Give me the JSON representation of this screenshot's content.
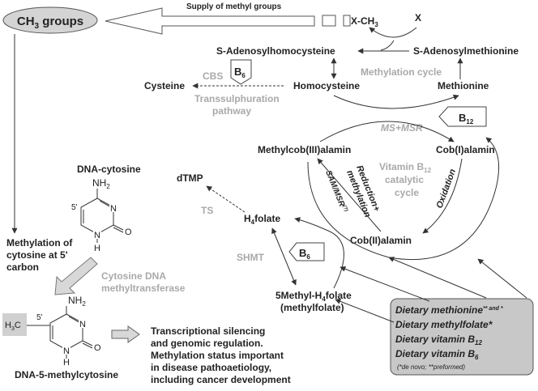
{
  "ch3": {
    "prefix": "CH",
    "sub": "3",
    "suffix": " groups"
  },
  "supply": {
    "label": "Supply of methyl groups",
    "xch3": "X-CH",
    "xch3_sub": "3",
    "x": "X"
  },
  "nodes": {
    "sah": "S-Adenosylhomocysteine",
    "sam": "S-Adenosylmethionine",
    "homocysteine": "Homocysteine",
    "methionine": "Methionine",
    "cysteine": "Cysteine",
    "methylcob": "Methylcob(III)alamin",
    "cob1": "Cob(I)alamin",
    "cob2": "Cob(II)alamin",
    "dtmp": "dTMP",
    "h4folate_h": "H",
    "h4folate_sub": "4",
    "h4folate_rest": "folate",
    "methylh4_pre": "5Methyl-H",
    "methylh4_sub": "4",
    "methylh4_rest": "folate",
    "methylfolate": "(methylfolate)"
  },
  "enzymes": {
    "cbs": "CBS",
    "b6": "B",
    "b6_sub": "6",
    "b12": "B",
    "b12_sub": "12",
    "methylation_cycle": "Methylation cycle",
    "transsulph_1": "Transsulphuration",
    "transsulph_2": "pathway",
    "ms_msr": "MS+MSR",
    "ts": "TS",
    "shmt": "SHMT",
    "vitb12_1": "Vitamin B",
    "vitb12_sub": "12",
    "vitb12_2": "catalytic",
    "vitb12_3": "cycle",
    "oxidation": "Oxidation",
    "reduction_1": "Reduction+",
    "reduction_2": "methylation",
    "sam_msr": "SAM/MSR",
    "sam_msr_sup": "(?)"
  },
  "dna": {
    "cytosine_label": "DNA-cytosine",
    "nh2": "NH",
    "nh2_sub": "2",
    "five_prime": "5'",
    "n": "N",
    "o": "O",
    "nh": "N",
    "h": "H",
    "h3c": "H",
    "h3c_sub": "3",
    "h3c_c": "C",
    "methylation_1": "Methylation of",
    "methylation_2": "cytosine at 5'",
    "methylation_3": "carbon",
    "dnmt_1": "Cytosine DNA",
    "dnmt_2": "methyltransferase",
    "methylcytosine_label": "DNA-5-methylcytosine"
  },
  "transcription": {
    "line1": "Transcriptional silencing",
    "line2": "and genomic regulation.",
    "line3": "Methylation status important",
    "line4": "in disease pathoaetiology,",
    "line5": "including cancer development"
  },
  "dietary": {
    "methionine": "Dietary methionine",
    "methionine_sup": "** and *",
    "methylfolate": "Dietary methylfolate*",
    "vitb12": "Dietary vitamin B",
    "vitb12_sub": "12",
    "vitb6": "Dietary vitamin B",
    "vitb6_sub": "6",
    "footnote": "(*de novo; **preformed)"
  },
  "colors": {
    "ellipse_fill": "#d4d4d4",
    "box_fill": "#c8c8c8",
    "gray_text": "#a9a9a9"
  }
}
